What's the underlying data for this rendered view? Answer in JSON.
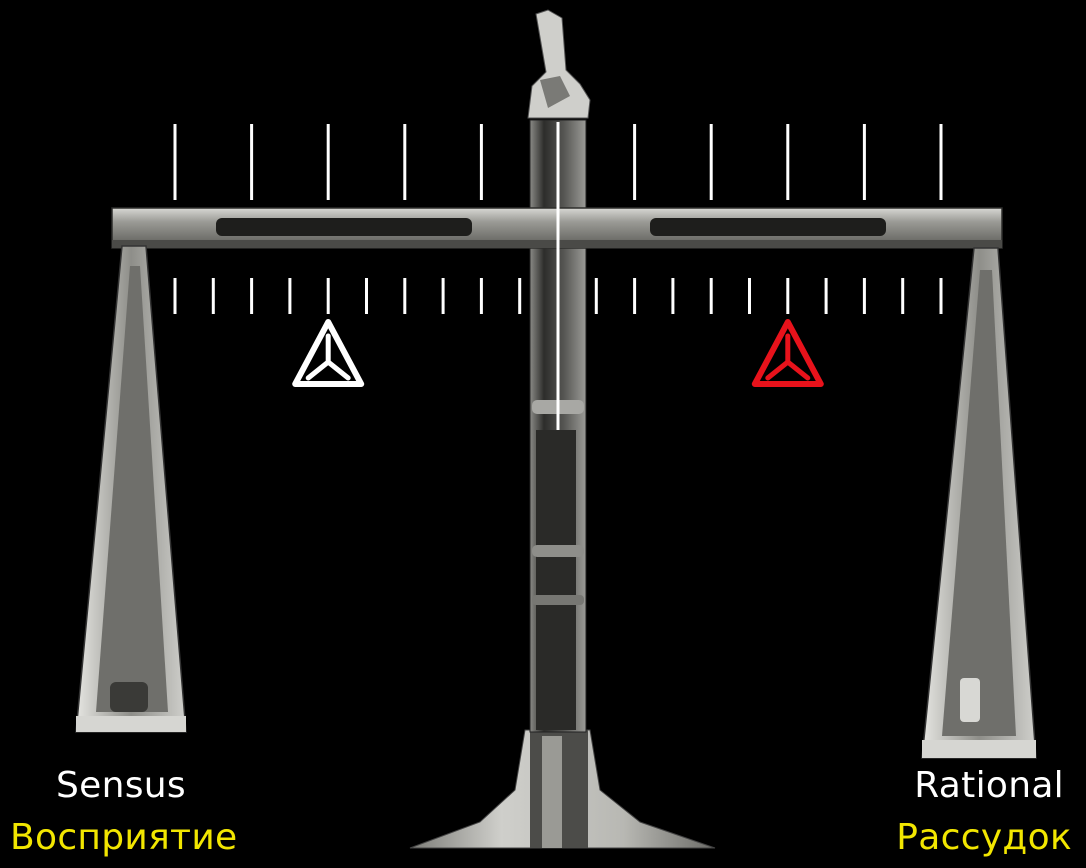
{
  "left_pan": {
    "label_en": "Sensus",
    "label_ru": "Восприятие"
  },
  "right_pan": {
    "label_en": "Rational",
    "label_ru": "Рассудок"
  },
  "scale": {
    "major_ticks_per_side": 5,
    "minor_ticks_per_side": 10,
    "needle": "centered"
  },
  "markers": {
    "left": {
      "position": -3,
      "color": "#ffffff",
      "icon": "tetrahedron-marker-icon"
    },
    "right": {
      "position": 3,
      "color": "#e8121b",
      "icon": "tetrahedron-marker-icon"
    }
  },
  "colors": {
    "background": "#000000",
    "label_en": "#ffffff",
    "label_ru": "#f2e600",
    "metal_light": "#c9c9c6",
    "metal_dark": "#3a3a38"
  }
}
